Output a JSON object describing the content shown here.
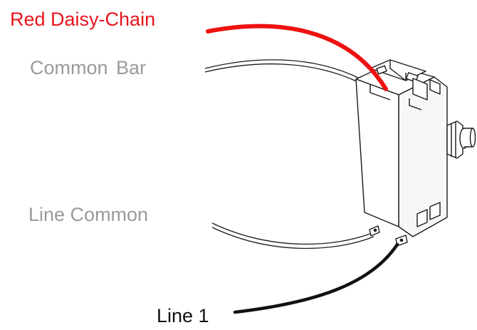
{
  "labels": {
    "red_daisy_chain": "Red  Daisy-Chain",
    "common_bar": "Common  Bar",
    "line_common": "Line Common",
    "line_1": "Line 1"
  },
  "colors": {
    "red_wire": "#ee1111",
    "red_text": "#e8141c",
    "gray_text": "#9a9a9a",
    "black_wire": "#111111",
    "outline": "#1a1a1a"
  },
  "icons": [
    "toggle-switch-device",
    "wire"
  ]
}
